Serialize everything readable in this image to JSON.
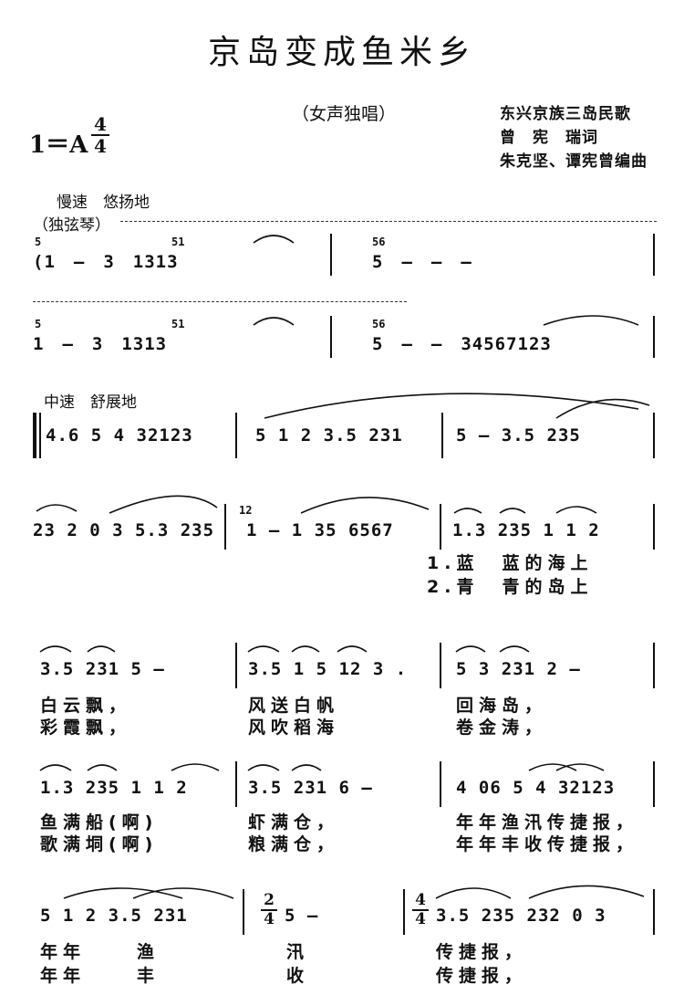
{
  "title": "京岛变成鱼米乡",
  "voice": "（女声独唱）",
  "credits": {
    "origin": "东兴京族三岛民歌",
    "lyrics": "曾　宪　瑞词",
    "music": "朱克坚、谭宪曾编曲"
  },
  "key": "1＝A",
  "time_sig": {
    "num": "4",
    "den": "4"
  },
  "time_sig_2": {
    "num": "2",
    "den": "4"
  },
  "time_sig_3": {
    "num": "4",
    "den": "4"
  },
  "tempo_intro": "慢速　悠扬地",
  "instrument": "（独弦琴）",
  "tempo_main": "中速　舒展地",
  "staves": [
    {
      "measures": [
        "(1　–　3　1313",
        "5　–　–　–"
      ],
      "graces": [
        "5",
        "51",
        "56"
      ]
    },
    {
      "measures": [
        "1　–　3　1313",
        "5　–　–　34567123"
      ],
      "graces": [
        "5",
        "51",
        "56"
      ]
    },
    {
      "measures": [
        "4.6 5 4 32123",
        "5 1 2 3.5 231",
        "5 – 3.5 235"
      ]
    },
    {
      "measures": [
        "23 2 0 3 5.3 235",
        "1 – 1 35 6567",
        "1.3 235 1 1 2"
      ],
      "graces": [
        "12"
      ]
    },
    {
      "measures": [
        "3.5 231 5 –",
        "3.5 1 5 12 3 .",
        "5 3 231 2 –"
      ]
    },
    {
      "measures": [
        "1.3 235 1 1 2",
        "3.5 231 6 –",
        "4 06 5 4 32123"
      ]
    },
    {
      "measures": [
        "5 1 2 3.5 231",
        "5 –",
        "3.5 235 232 0 3"
      ]
    }
  ],
  "lyrics": {
    "s4_v1": "1.蓝　蓝的海上",
    "s4_v2": "2.青　青的岛上",
    "s5_v1": [
      "白云飘，",
      "风送白帆",
      "回海岛，"
    ],
    "s5_v2": [
      "彩霞飘，",
      "风吹稻海",
      "卷金涛，"
    ],
    "s6_v1": [
      "鱼满船(啊)",
      "虾满仓，",
      "年年渔汛传捷报，"
    ],
    "s6_v2": [
      "歌满垌(啊)",
      "粮满仓，",
      "年年丰收传捷报，"
    ],
    "s7_v1": [
      "年年",
      "渔",
      "汛",
      "传捷报，"
    ],
    "s7_v2": [
      "年年",
      "丰",
      "收",
      "传捷报，"
    ]
  }
}
